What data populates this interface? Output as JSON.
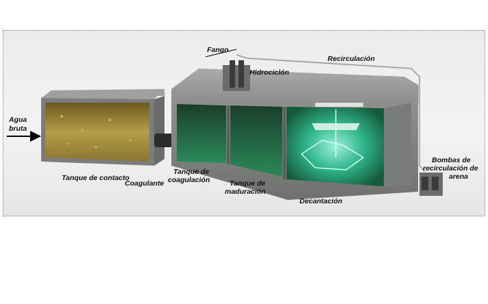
{
  "diagram": {
    "labels": {
      "inlet_line1": "Agua",
      "inlet_line2": "bruta",
      "contact_tank": "Tanque de contacto",
      "coagulant": "Coagulante",
      "coag_tank_line1": "Tanque de",
      "coag_tank_line2": "coagulación",
      "mat_tank_line1": "Tanque de",
      "mat_tank_line2": "maduración",
      "settling": "Decantación",
      "hydrocyclone": "Hidrociclón",
      "sludge": "Fango",
      "recirculation": "Recirculación",
      "pumps_line1": "Bombas de",
      "pumps_line2": "recirculación de",
      "pumps_line3": "arena"
    },
    "colors": {
      "frame_border": "#5b86b8",
      "concrete": "#8f918f",
      "contact_water": "#a08a3c",
      "treatment_water": "#1f8a5c",
      "settler_glow": "#3fd0a8"
    }
  }
}
